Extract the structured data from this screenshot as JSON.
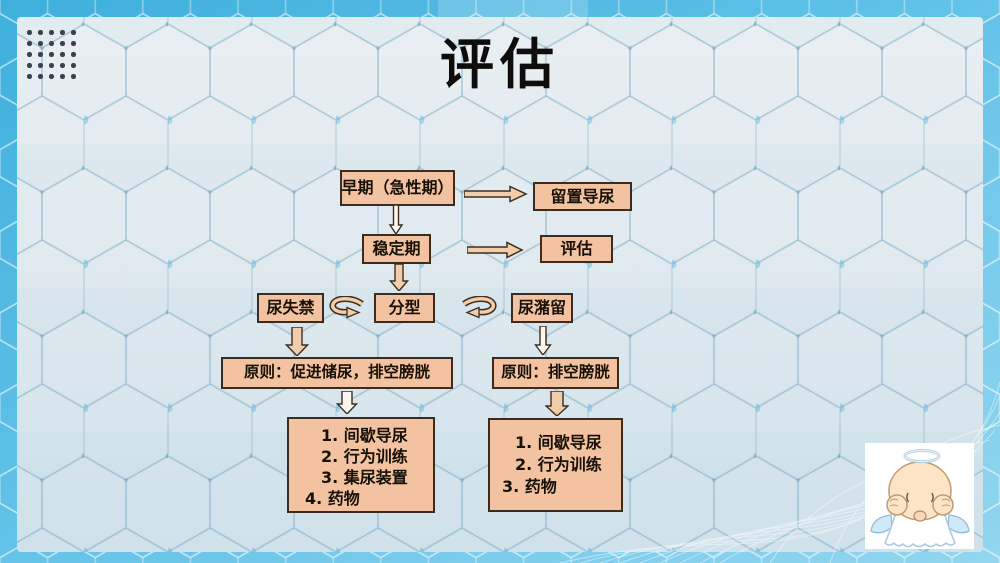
{
  "title": "评估",
  "flowchart": {
    "nodes": {
      "early": "早期（急性期）",
      "indwelling": "留置导尿",
      "stable": "稳定期",
      "assess": "评估",
      "incontinence": "尿失禁",
      "typing": "分型",
      "retention": "尿潴留",
      "principle_incontinence": "原则：促进储尿，排空膀胱",
      "principle_retention": "原则：排空膀胱"
    },
    "edges": [
      "early -> indwelling",
      "early -> stable",
      "stable -> assess",
      "stable -> typing",
      "typing -> incontinence",
      "typing -> retention",
      "incontinence -> principle_incontinence",
      "retention -> principle_retention",
      "principle_incontinence -> incontinence_measures",
      "principle_retention -> retention_measures"
    ],
    "incontinence_measures": [
      "1. 间歇导尿",
      "2. 行为训练",
      "3. 集尿装置",
      "4. 药物"
    ],
    "retention_measures": [
      "1. 间歇导尿",
      "2. 行为训练",
      "3. 药物"
    ]
  },
  "icons": {
    "dots_grid": "dots-grid-icon",
    "angel": "crying-angel-baby-cartoon"
  },
  "colors": {
    "frame_blue": "#55bde5",
    "panel_light": "#dde8ee",
    "node_fill": "#f3c2a0",
    "node_border": "#3b2c21",
    "arrow_fill_salmon": "#f2cda9",
    "arrow_fill_light": "#faf6ee",
    "text": "#161006"
  }
}
